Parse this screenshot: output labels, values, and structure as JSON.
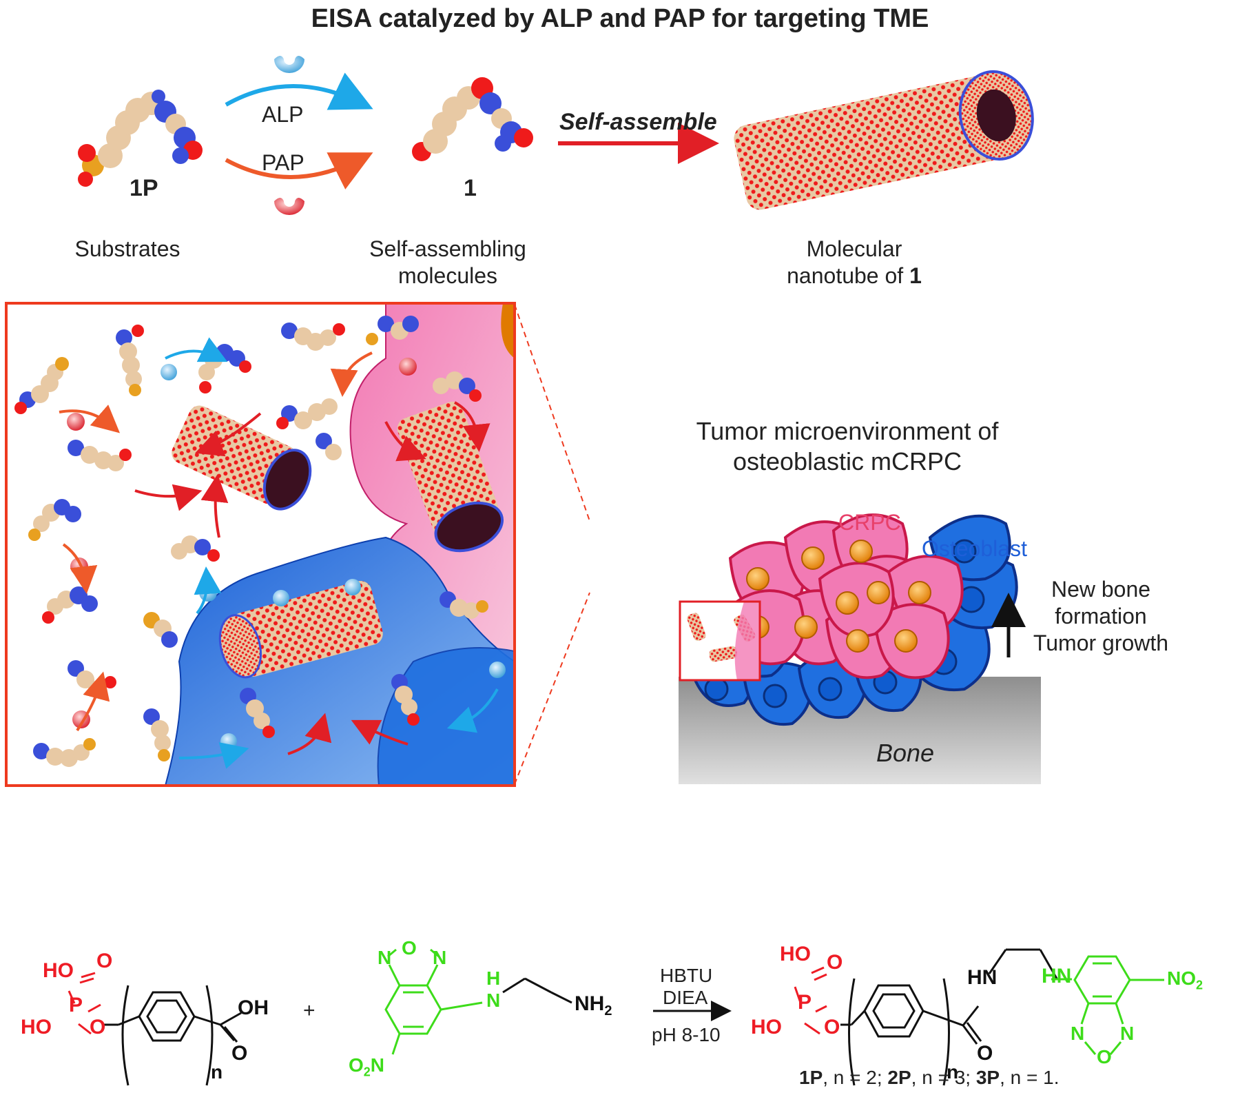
{
  "title": "EISA catalyzed by ALP and PAP for targeting TME",
  "top_row": {
    "enzyme_alp": "ALP",
    "enzyme_pap": "PAP",
    "compound_substrate": "1P",
    "compound_product": "1",
    "step_label": "Self-assemble",
    "caption_substrates": "Substrates",
    "caption_molecules_line1": "Self-assembling",
    "caption_molecules_line2": "molecules",
    "caption_nanotube_line1": "Molecular",
    "caption_nanotube_line2_prefix": "nanotube of ",
    "caption_nanotube_line2_bold": "1"
  },
  "tme_panel": {
    "title_line1": "Tumor microenvironment of",
    "title_line2": "osteoblastic mCRPC",
    "crpc_label": "CRPC",
    "osteoblast_label": "Osteoblast",
    "bone_label": "Bone",
    "effect_line1": "New bone",
    "effect_line2": "formation",
    "effect_line3": "Tumor growth"
  },
  "reaction": {
    "reagent_1": "HBTU",
    "reagent_2": "DIEA",
    "condition": "pH 8-10",
    "plus": "+",
    "ho_1": "HO",
    "ho_2": "HO",
    "p_atom": "P",
    "o_double": "O",
    "o_link": "O",
    "oh_acid": "OH",
    "o_acid": "O",
    "n_sub": "n",
    "nbd_o": "O",
    "nbd_n1": "N",
    "nbd_n2": "N",
    "nbd_nh_h": "H",
    "nbd_nh_n": "N",
    "nh2": "NH",
    "nh2_sub": "2",
    "no2_o": "O",
    "no2_sub": "2",
    "no2_n": "N",
    "prod_ho_1": "HO",
    "prod_ho_2": "HO",
    "prod_p": "P",
    "prod_o_double": "O",
    "prod_o_link": "O",
    "prod_hn_amide": "HN",
    "prod_o_amide": "O",
    "prod_n_sub": "n",
    "prod_hn_nbd": "HN",
    "prod_no2": "NO",
    "prod_no2_sub": "2",
    "prod_nbd_n1": "N",
    "prod_nbd_n2": "N",
    "prod_nbd_o": "O",
    "legend_1p": "1P",
    "legend_1p_rest": ", n = 2; ",
    "legend_2p": "2P",
    "legend_2p_rest": ", n = 3; ",
    "legend_3p": "3P",
    "legend_3p_rest": ", n = 1."
  },
  "colors": {
    "alp_blue": "#1ea8e8",
    "pap_orange": "#ee5a2a",
    "assembly_red": "#e11f26",
    "crpc_pink": "#f07cb3",
    "osteoblast_blue": "#1f6fe0",
    "bone_gray": "#a9a9a9",
    "phosphate_red": "#ee1c25",
    "nbd_green": "#3ddc1a"
  }
}
